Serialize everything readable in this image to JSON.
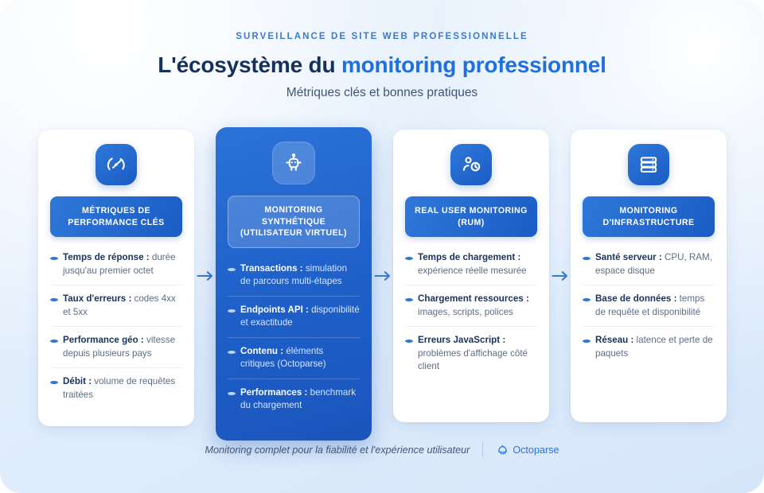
{
  "header": {
    "eyebrow": "SURVEILLANCE DE SITE WEB PROFESSIONNELLE",
    "title_part1": "L'écosystème du ",
    "title_accent": "monitoring professionnel",
    "subtitle": "Métriques clés et bonnes pratiques"
  },
  "colors": {
    "accent_blue": "#1f6fe0",
    "title_navy": "#16305c",
    "eyebrow_blue": "#3a7bd0",
    "card_bg": "#ffffff",
    "featured_card_from": "#2b72d8",
    "featured_card_to": "#1a55bd",
    "arrow_blue": "#3a7ad4",
    "bullet_blue": "#2f76d6",
    "body_gray": "#5d6e85",
    "brand_blue": "#2475e0"
  },
  "cards": [
    {
      "icon": "speedometer-icon",
      "badge": "MÉTRIQUES DE PERFORMANCE CLÉS",
      "featured": false,
      "items": [
        {
          "label": "Temps de réponse :",
          "desc": " durée jusqu'au premier octet"
        },
        {
          "label": "Taux d'erreurs :",
          "desc": " codes 4xx et 5xx"
        },
        {
          "label": "Performance géo :",
          "desc": " vitesse depuis plusieurs pays"
        },
        {
          "label": "Débit :",
          "desc": " volume de requêtes traitées"
        }
      ]
    },
    {
      "icon": "robot-icon",
      "badge": "MONITORING SYNTHÉTIQUE (UTILISATEUR VIRTUEL)",
      "featured": true,
      "items": [
        {
          "label": "Transactions :",
          "desc": " simulation de parcours multi-étapes"
        },
        {
          "label": "Endpoints API :",
          "desc": " disponibilité et exactitude"
        },
        {
          "label": "Contenu :",
          "desc": " éléments critiques (Octoparse)"
        },
        {
          "label": "Performances :",
          "desc": " benchmark du chargement"
        }
      ]
    },
    {
      "icon": "user-clock-icon",
      "badge": "REAL USER MONITORING (RUM)",
      "featured": false,
      "items": [
        {
          "label": "Temps de chargement :",
          "desc": " expérience réelle mesurée"
        },
        {
          "label": "Chargement ressources :",
          "desc": " images, scripts, polices"
        },
        {
          "label": "Erreurs JavaScript :",
          "desc": " problèmes d'affichage côté client"
        }
      ]
    },
    {
      "icon": "server-stack-icon",
      "badge": "MONITORING D'INFRASTRUCTURE",
      "featured": false,
      "items": [
        {
          "label": "Santé serveur :",
          "desc": " CPU, RAM, espace disque"
        },
        {
          "label": "Base de données :",
          "desc": " temps de requête et disponibilité"
        },
        {
          "label": "Réseau :",
          "desc": " latence et perte de paquets"
        }
      ]
    }
  ],
  "arrows": [
    "arrow-right-icon",
    "arrow-right-icon",
    "arrow-right-icon"
  ],
  "footer": {
    "note": "Monitoring complet pour la fiabilité et l'expérience utilisateur",
    "brand_name": "Octoparse",
    "brand_icon": "octoparse-logo-icon"
  }
}
